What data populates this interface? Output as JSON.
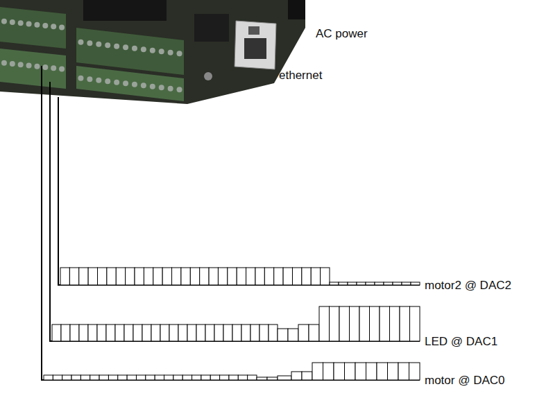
{
  "diagram": {
    "labels": [
      "AC power",
      "ethernet",
      "motor2 @ DAC2",
      "LED @ DAC1",
      "motor @ DAC0"
    ]
  }
}
